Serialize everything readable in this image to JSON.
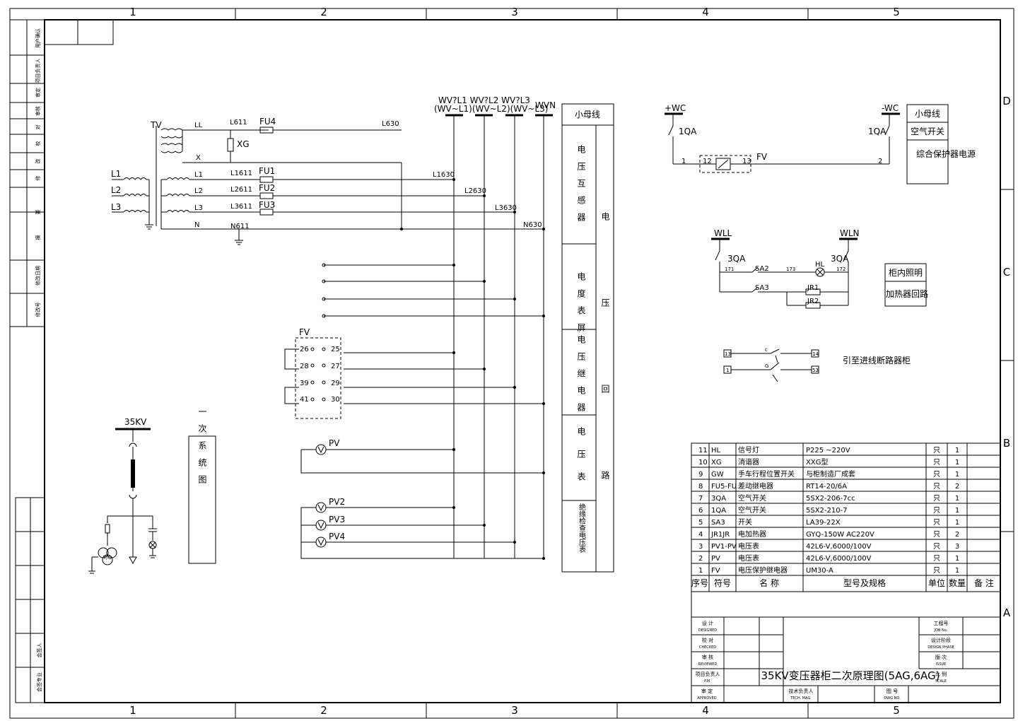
{
  "grid": {
    "columns": [
      "1",
      "2",
      "3",
      "4",
      "5"
    ],
    "rows": [
      "D",
      "C",
      "B",
      "A"
    ]
  },
  "left_strip": [
    "用户确认",
    "项目负责人",
    "审定",
    "审核",
    "对",
    "校",
    "改",
    "修",
    "要",
    "摘",
    "修改日期",
    "修改号"
  ],
  "left_strip_bottom": [
    "会签专业",
    "会签人"
  ],
  "tv_circuit": {
    "tv": "TV",
    "inputs": [
      "L1",
      "L2",
      "L3"
    ],
    "secondary": [
      "LL",
      "X",
      "L1",
      "L2",
      "L3",
      "N"
    ],
    "nodes": [
      "L611",
      "L1611",
      "L2611",
      "L3611",
      "N611"
    ],
    "fuses": [
      "FU4",
      "FU1",
      "FU2",
      "FU3"
    ],
    "arrester": "XG",
    "outputs": [
      "L630",
      "L1630",
      "L2630",
      "L3630",
      "N630"
    ]
  },
  "buses": {
    "line1": "WV?L1 WV?L2 WV?L3",
    "line2": "(WV~L1)(WV~L2)(WV~L3)",
    "wvn": "WVN"
  },
  "fv_block": {
    "label": "FV",
    "left": [
      "26",
      "28",
      "39",
      "41"
    ],
    "right": [
      "25",
      "27",
      "29",
      "30"
    ]
  },
  "meters": [
    "PV",
    "PV2",
    "PV3",
    "PV4"
  ],
  "primary": {
    "voltage": "35KV",
    "tv_symbol": "Y/O"
  },
  "primary_label": "一次系统图",
  "side_table": {
    "header": "小母线",
    "rows": [
      "电压互感器",
      "电度表屏",
      "电压继电器",
      "电压表",
      "绝缘检查电压表"
    ],
    "merged": "电压回路"
  },
  "dc_circuit": {
    "plus": "+WC",
    "minus": "-WC",
    "breaker": "1QA",
    "fv": "FV",
    "t1": "1",
    "t12": "12",
    "t13": "13",
    "t2": "2",
    "legend": [
      "小母线",
      "空气开关",
      "综合保护器电源"
    ]
  },
  "heater_circuit": {
    "wll": "WLL",
    "wln": "WLN",
    "breaker": "3QA",
    "n171": "171",
    "n173": "173",
    "n172": "172",
    "sa2": "SA2",
    "sa3": "SA3",
    "hl": "HL",
    "jr1": "JR1",
    "jr2": "JR2",
    "legend": [
      "柜内照明",
      "加热器回路"
    ]
  },
  "interlock": {
    "t13": "13",
    "t14": "14",
    "t1": "1",
    "t53": "53",
    "c": "c",
    "g": "G",
    "note": "引至进线断路器柜"
  },
  "parts": {
    "rows": [
      [
        "11",
        "HL",
        "信号灯",
        "P225  ~220V",
        "只",
        "1",
        ""
      ],
      [
        "10",
        "XG",
        "消谐器",
        "XXG型",
        "只",
        "1",
        ""
      ],
      [
        "9",
        "GW",
        "手车行程位置开关",
        "与柜制造厂成套",
        "只",
        "1",
        ""
      ],
      [
        "8",
        "FU5-FU",
        "差动继电器",
        "RT14-20/6A",
        "只",
        "2",
        ""
      ],
      [
        "7",
        "3QA",
        "空气开关",
        "5SX2-206-7cc",
        "只",
        "1",
        ""
      ],
      [
        "6",
        "1QA",
        "空气开关",
        "5SX2-210-7",
        "只",
        "1",
        ""
      ],
      [
        "5",
        "SA3",
        "开关",
        "LA39-22X",
        "只",
        "1",
        ""
      ],
      [
        "4",
        "JR1JR",
        "电加热器",
        "GYQ-150W AC220V",
        "只",
        "2",
        ""
      ],
      [
        "3",
        "PV1-PV",
        "电压表",
        "42L6-V,6000/100V",
        "只",
        "3",
        ""
      ],
      [
        "2",
        "PV",
        "电压表",
        "42L6-V,6000/100V",
        "只",
        "1",
        ""
      ],
      [
        "1",
        "FV",
        "电压保护继电器",
        "UM30-A",
        "只",
        "1",
        ""
      ]
    ],
    "header": [
      "序号",
      "符号",
      "名  称",
      "型号及规格",
      "单位",
      "数量",
      "备 注"
    ]
  },
  "title_block": {
    "left": [
      {
        "cn": "设 计",
        "en": "DESIGNED"
      },
      {
        "cn": "校 对",
        "en": "CHECKED"
      },
      {
        "cn": "审 核",
        "en": "REVIEWED"
      },
      {
        "cn": "项目负责人",
        "en": "P.M."
      }
    ],
    "approved": {
      "cn": "审 定",
      "en": "APPROVED"
    },
    "tech": {
      "cn": "技术负责人",
      "en": "TECH. MAG."
    },
    "drawing_no": {
      "cn": "图 号",
      "en": "DWG NO."
    },
    "right": [
      {
        "cn": "工程号",
        "en": "JOB No."
      },
      {
        "cn": "设计阶段",
        "en": "DESIGN PHASE"
      },
      {
        "cn": "版 次",
        "en": "ISSUE"
      },
      {
        "cn": "比 例",
        "en": "SCALE"
      }
    ],
    "title": "35KV变压器柜二次原理图(5AG,6AG)"
  }
}
